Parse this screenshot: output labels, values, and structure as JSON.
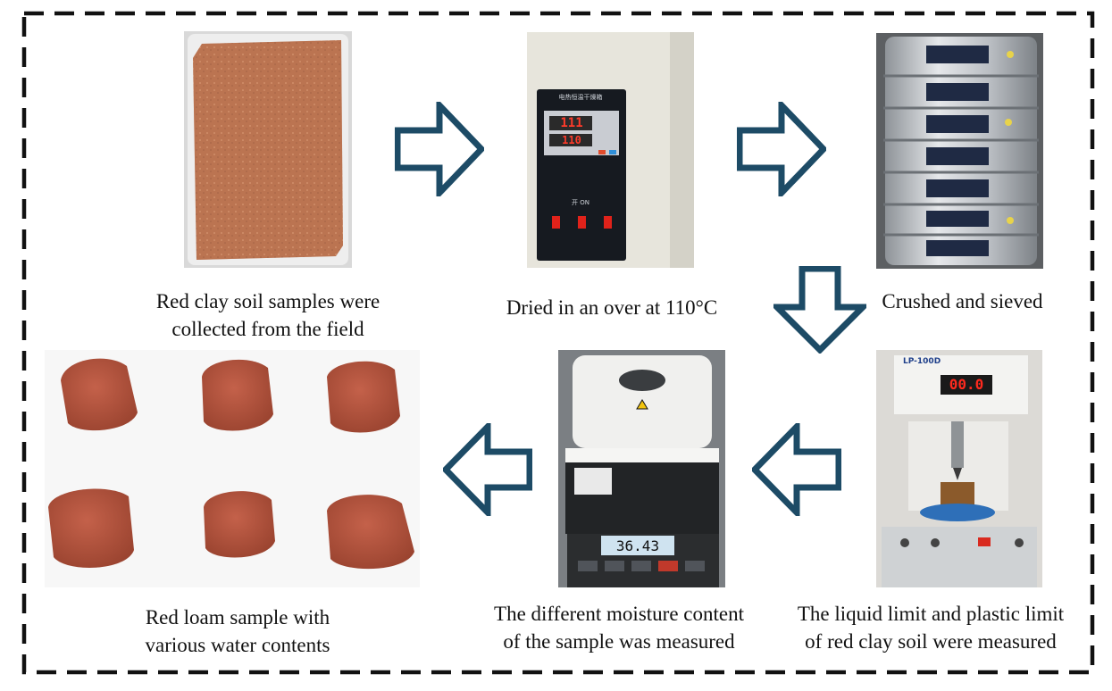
{
  "steps": [
    {
      "id": "collect",
      "lines": [
        "Red clay soil samples were",
        "collected from the field"
      ]
    },
    {
      "id": "dry",
      "lines": [
        "Dried in an over at 110°C"
      ]
    },
    {
      "id": "sieve",
      "lines": [
        "Crushed and sieved"
      ]
    },
    {
      "id": "limit",
      "lines": [
        "The liquid limit and plastic limit",
        "of red clay soil were measured"
      ]
    },
    {
      "id": "moisture",
      "lines": [
        "The different moisture content",
        "of the sample was measured"
      ]
    },
    {
      "id": "sample",
      "lines": [
        "Red loam sample with",
        "various water contents"
      ]
    }
  ],
  "photos": {
    "oven_display_1": "111",
    "oven_display_2": "110",
    "oven_label": "电热恒温干燥箱",
    "oven_on_label": "开 ON",
    "instrument_model": "LP-100D",
    "instrument_display": "00.0",
    "balance_reading": "36.43"
  },
  "colors": {
    "arrow": "#1d4b66",
    "frame": "#111111",
    "soil": "#b8704e",
    "sample": "#b5513a"
  }
}
